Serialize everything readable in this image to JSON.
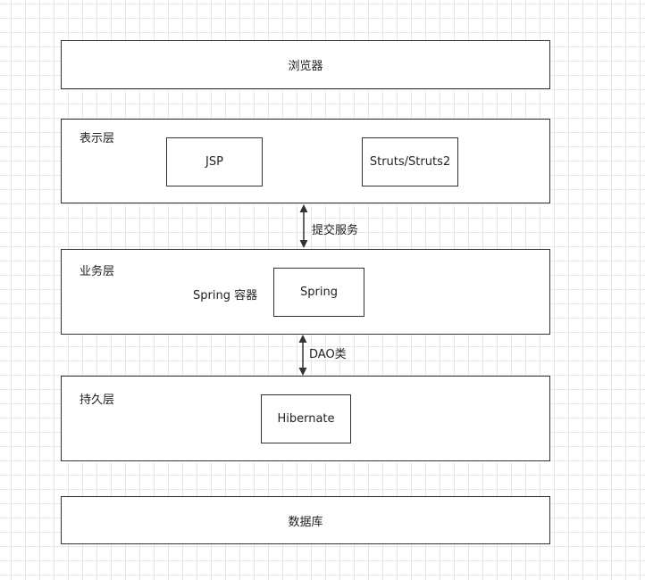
{
  "browser": {
    "label": "浏览器"
  },
  "presentation": {
    "title": "表示层",
    "jsp": "JSP",
    "struts": "Struts/Struts2"
  },
  "service": {
    "title": "业务层",
    "container_label": "Spring 容器",
    "spring": "Spring"
  },
  "persistence": {
    "title": "持久层",
    "hibernate": "Hibernate"
  },
  "database": {
    "label": "数据库"
  },
  "arrows": {
    "submit_service": "提交服务",
    "dao": "DAO类"
  },
  "colors": {
    "stroke": "#333333",
    "grid": "#e6e6e6",
    "background": "#ffffff"
  }
}
